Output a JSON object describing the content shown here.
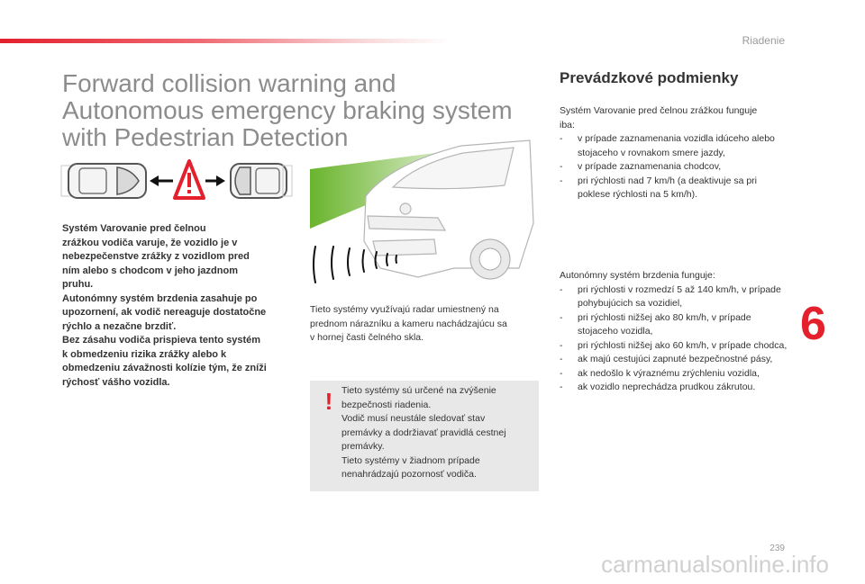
{
  "header": {
    "section": "Riadenie"
  },
  "title_lines": [
    "Forward collision warning and",
    "Autonomous emergency braking system",
    "with Pedestrian Detection"
  ],
  "intro_lines": [
    "Systém Varovanie pred čelnou",
    "zrážkou vodiča varuje, že vozidlo je v",
    "nebezpečenstve zrážky z vozidlom pred",
    "ním alebo s chodcom v jeho jazdnom",
    "pruhu.",
    "Autonómny systém brzdenia zasahuje po",
    "upozornení, ak vodič nereaguje dostatočne",
    "rýchlo a nezačne brzdiť.",
    "Bez zásahu vodiča prispieva tento systém",
    "k obmedzeniu rizika zrážky alebo k",
    "obmedzeniu závažnosti kolízie tým, že zníži",
    "rýchosť vášho vozidla."
  ],
  "radar_lines": [
    "Tieto systémy využívajú radar umiestnený na",
    "prednom nárazníku a kameru nachádzajúcu sa",
    "v hornej časti čelného skla."
  ],
  "warning": {
    "icon": "!",
    "lines": [
      "Tieto systémy sú určené na zvýšenie",
      "bezpečnosti riadenia.",
      "Vodič musí neustále sledovať stav",
      "premávky a dodržiavať pravidlá cestnej",
      "premávky.",
      "Tieto systémy v žiadnom prípade",
      "nenahrádzajú pozornosť vodiča."
    ]
  },
  "conditions": {
    "heading": "Prevádzkové podmienky",
    "intro_lines": [
      "Systém Varovanie pred čelnou zrážkou funguje",
      "iba:"
    ],
    "items": [
      "v prípade zaznamenania vozidla idúceho alebo stojaceho v rovnakom smere jazdy,",
      "v prípade zaznamenania chodcov,",
      "pri rýchlosti nad 7 km/h (a deaktivuje sa pri poklese rýchlosti na 5 km/h)."
    ]
  },
  "aeb": {
    "intro": "Autonómny systém brzdenia funguje:",
    "items": [
      "pri rýchlosti v rozmedzí 5 až 140 km/h, v prípade pohybujúcich sa vozidiel,",
      "pri rýchlosti nižšej ako 80 km/h, v prípade stojaceho vozidla,",
      "pri rýchlosti nižšej ako 60 km/h, v prípade chodca,",
      "ak majú cestujúci zapnuté bezpečnostné pásy,",
      "ak nedošlo k výraznému zrýchleniu vozidla,",
      "ak vozidlo neprechádza prudkou zákrutou."
    ]
  },
  "chapter": "6",
  "page_number": "239",
  "watermark": "carmanualsonline.info",
  "colors": {
    "accent": "#e4202d",
    "radar_green": "#6ab42d",
    "note_background": "#e8e8e8"
  }
}
